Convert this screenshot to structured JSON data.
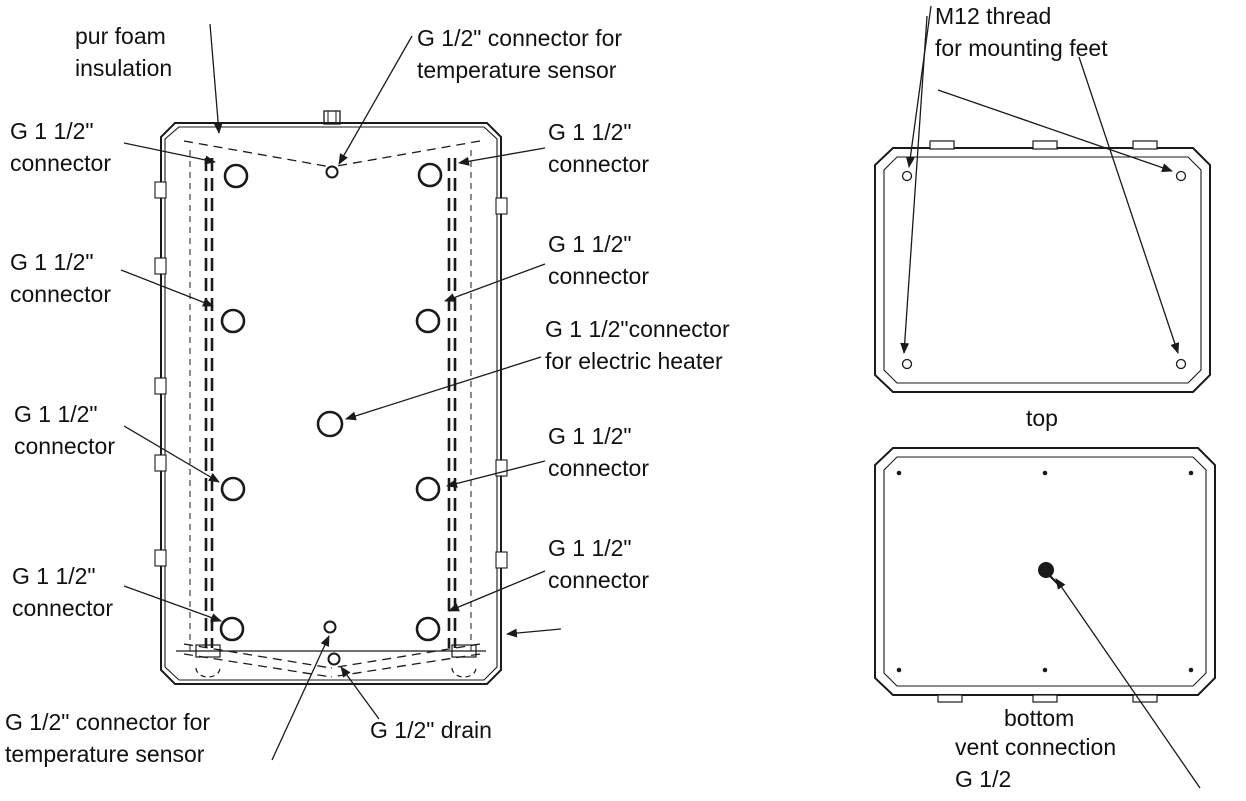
{
  "labels": {
    "pur_foam": "pur foam\ninsulation",
    "temp_sensor_top": "G 1/2\" connector for\ntemperature sensor",
    "g112_left_1": "G 1 1/2\"\nconnector",
    "g112_left_2": "G 1 1/2\"\nconnector",
    "g112_left_3": "G 1 1/2\"\nconnector",
    "g112_left_4": "G 1 1/2\"\nconnector",
    "g112_right_1": "G 1 1/2\"\nconnector",
    "g112_right_2": "G 1 1/2\"\nconnector",
    "heater": "G 1 1/2\"connector\nfor electric heater",
    "g112_right_3": "G 1 1/2\"\nconnector",
    "g112_right_4": "G 1 1/2\"\nconnector",
    "temp_sensor_bottom": "G 1/2\" connector for\ntemperature sensor",
    "drain": "G 1/2\" drain",
    "m12": "M12 thread\nfor mounting feet",
    "top_caption": "top",
    "bottom_caption": "bottom",
    "vent": "vent connection\nG 1/2"
  },
  "colors": {
    "line": "#1a1a1a",
    "background": "#ffffff"
  }
}
